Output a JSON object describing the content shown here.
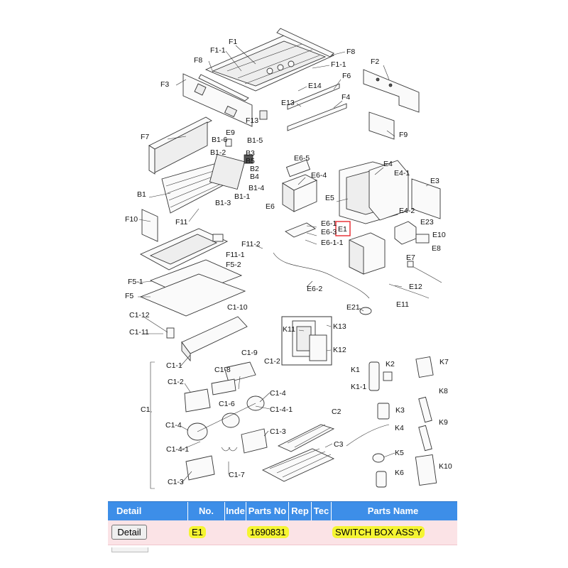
{
  "diagram": {
    "labels": [
      "F1",
      "F1-1",
      "F8",
      "F8",
      "F1-1",
      "F3",
      "F6",
      "F2",
      "E14",
      "E13",
      "F4",
      "F13",
      "F9",
      "F7",
      "B1-6",
      "E9",
      "B1-5",
      "B1-2",
      "B3",
      "B5",
      "B2",
      "B4",
      "B1",
      "B1-1",
      "B1-4",
      "B1-3",
      "F11",
      "F10",
      "E6-5",
      "E6-4",
      "E6",
      "E4",
      "E4-1",
      "E3",
      "E5",
      "E4-2",
      "E23",
      "E10",
      "E8",
      "E6-1",
      "E6-3",
      "E1",
      "E6-1-1",
      "E7",
      "F11-2",
      "F11-1",
      "F5-2",
      "F5-1",
      "F5",
      "E6-2",
      "E12",
      "E21",
      "E11",
      "C1-10",
      "C1-12",
      "C1-11",
      "K11",
      "K13",
      "K12",
      "C1-9",
      "C1-1",
      "C1-2",
      "C1-8",
      "K7",
      "K1",
      "K2",
      "K1-1",
      "C1-2",
      "C1-4",
      "C1-6",
      "C1",
      "C1-4-1",
      "K8",
      "C2",
      "K3",
      "C1-4",
      "C1-3",
      "K4",
      "K9",
      "C1-4-1",
      "C3",
      "K5",
      "K10",
      "C1-7",
      "K6",
      "C1-3"
    ],
    "highlight_color": "#e8353a"
  },
  "table": {
    "headers": [
      "Detail",
      "No.",
      "Inde",
      "Parts No",
      "Rep",
      "Tec",
      "Parts Name"
    ],
    "row": {
      "detail_button": "Detail",
      "no": "E1",
      "parts_no": "1690831",
      "parts_name": "SWITCH BOX ASS'Y"
    },
    "header_color": "#3d8ee8",
    "row_color": "#fbe3e6",
    "highlight": "#f5f532"
  }
}
